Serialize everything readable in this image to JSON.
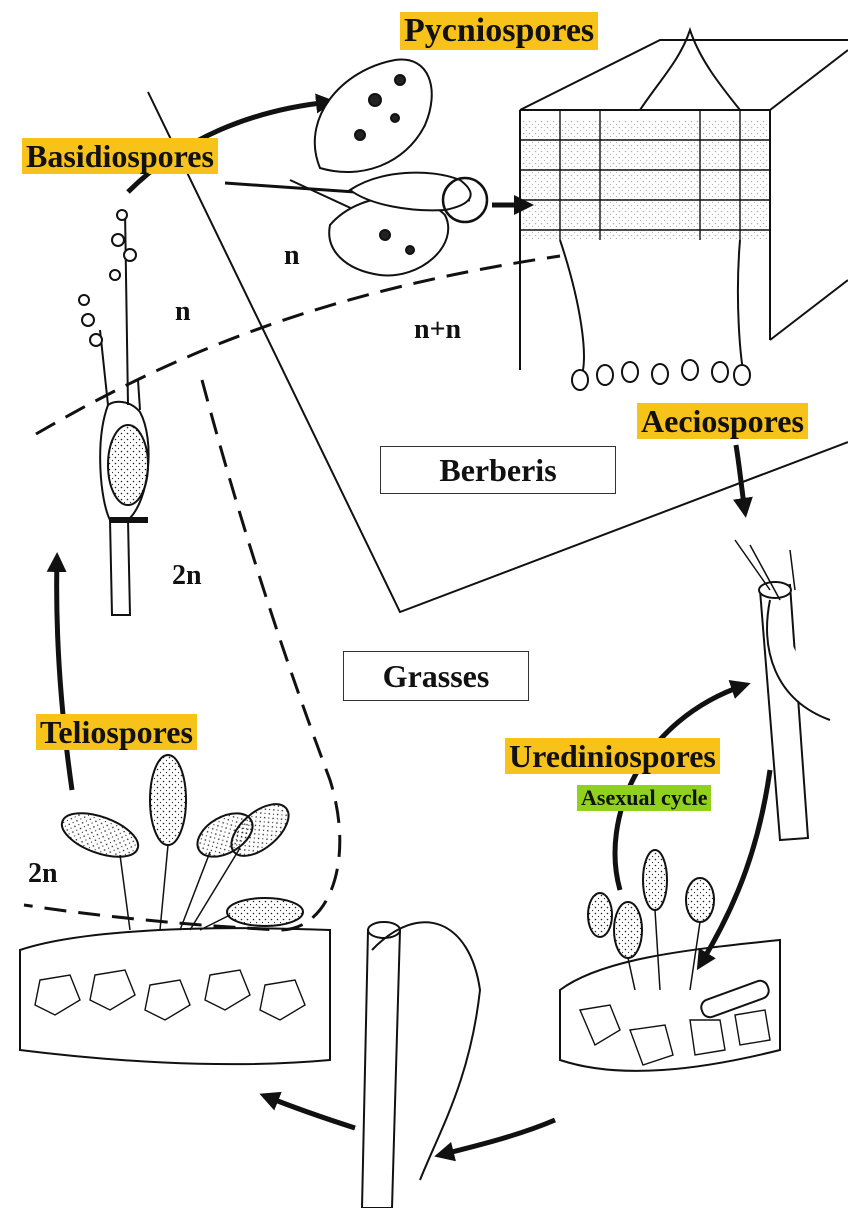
{
  "spore_labels": {
    "pycniospores": "Pycniospores",
    "basidiospores": "Basidiospores",
    "aeciospores": "Aeciospores",
    "urediniospores": "Urediniospores",
    "teliospores": "Teliospores"
  },
  "cycle_label": "Asexual cycle",
  "host_labels": {
    "berberis": "Berberis",
    "grasses": "Grasses"
  },
  "ploidy_labels": {
    "n_leaf": "n",
    "n_left": "n",
    "n_plus_n": "n+n",
    "two_n_basidium": "2n",
    "two_n_telia": "2n"
  },
  "colors": {
    "highlight": "#f7c21a",
    "cycle_highlight": "#8fd11c",
    "ink": "#111111"
  }
}
